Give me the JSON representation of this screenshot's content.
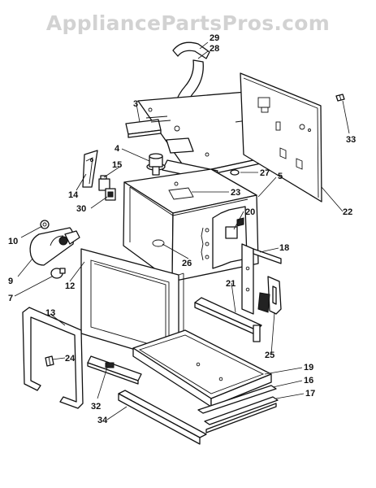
{
  "watermark": "AppliancePartsPros.com",
  "callouts": [
    {
      "id": "c29",
      "label": "29"
    },
    {
      "id": "c28",
      "label": "28"
    },
    {
      "id": "c3",
      "label": "3"
    },
    {
      "id": "c33",
      "label": "33"
    },
    {
      "id": "c4",
      "label": "4"
    },
    {
      "id": "c27",
      "label": "27"
    },
    {
      "id": "c5",
      "label": "5"
    },
    {
      "id": "c15",
      "label": "15"
    },
    {
      "id": "c14",
      "label": "14"
    },
    {
      "id": "c23",
      "label": "23"
    },
    {
      "id": "c30",
      "label": "30"
    },
    {
      "id": "c22",
      "label": "22"
    },
    {
      "id": "c20",
      "label": "20"
    },
    {
      "id": "c10",
      "label": "10"
    },
    {
      "id": "c18",
      "label": "18"
    },
    {
      "id": "c26",
      "label": "26"
    },
    {
      "id": "c9",
      "label": "9"
    },
    {
      "id": "c12",
      "label": "12"
    },
    {
      "id": "c21",
      "label": "21"
    },
    {
      "id": "c7",
      "label": "7"
    },
    {
      "id": "c13",
      "label": "13"
    },
    {
      "id": "c25",
      "label": "25"
    },
    {
      "id": "c24",
      "label": "24"
    },
    {
      "id": "c19",
      "label": "19"
    },
    {
      "id": "c16",
      "label": "16"
    },
    {
      "id": "c17",
      "label": "17"
    },
    {
      "id": "c32",
      "label": "32"
    },
    {
      "id": "c34",
      "label": "34"
    }
  ]
}
